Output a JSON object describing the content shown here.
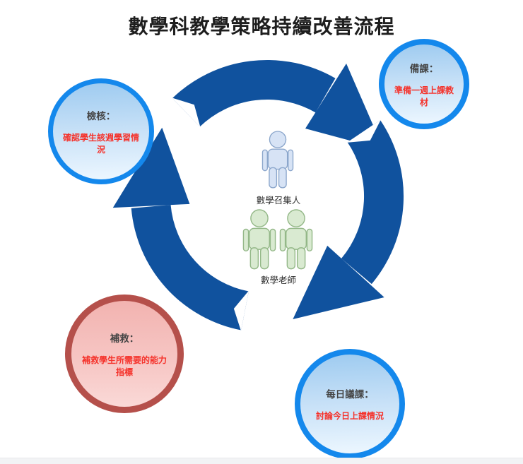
{
  "title": "數學科教學策略持續改善流程",
  "center": {
    "convener": {
      "label": "數學召集人"
    },
    "teachers": {
      "label": "數學老師"
    }
  },
  "nodes": {
    "prepare": {
      "label": "備課：",
      "detail": "準備一週上課教材"
    },
    "check": {
      "label": "檢核：",
      "detail": "確認學生該週學習情況"
    },
    "remediate": {
      "label": "補救：",
      "detail": "補救學生所需要的能力指標"
    },
    "daily_review": {
      "label": "每日議課：",
      "detail": "討論今日上課情況"
    }
  },
  "colors": {
    "cycle_blue": "#10529e",
    "node_blue_border": "#1488ec",
    "node_blue_fill_top": "#9ecbf0",
    "node_blue_fill_bottom": "#edf7ff",
    "node_red_border": "#b5504b",
    "node_red_fill": "#f5bcb9",
    "node_title_gray": "#454545",
    "detail_text_red": "#f5322b",
    "person_blue_fill": "#d7e3f5",
    "person_blue_stroke": "#8ca7cc",
    "person_green_fill": "#d9ead1",
    "person_green_stroke": "#94b888"
  }
}
